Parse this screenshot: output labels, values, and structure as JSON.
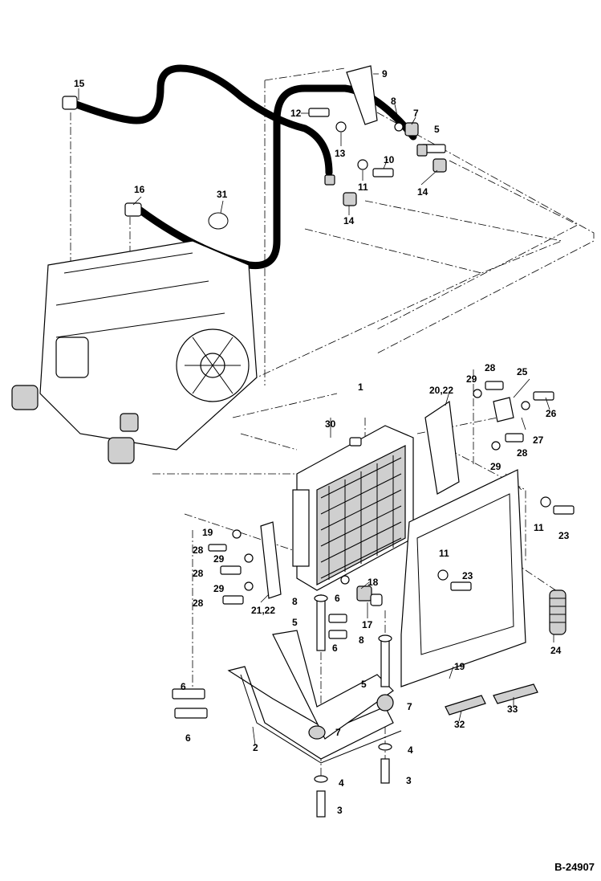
{
  "drawing_number": "B-24907",
  "colors": {
    "ink": "#000000",
    "paper": "#ffffff",
    "shade": "#cfcfcf"
  },
  "labels": {
    "l15": "15",
    "l9": "9",
    "l8a": "8",
    "l7a": "7",
    "l5a": "5",
    "l12": "12",
    "l13": "13",
    "l10": "10",
    "l11a": "11",
    "l14a": "14",
    "l14b": "14",
    "l16": "16",
    "l31": "31",
    "l1": "1",
    "l30": "30",
    "l20_22": "20,22",
    "l29a": "29",
    "l28a": "28",
    "l25": "25",
    "l26": "26",
    "l27": "27",
    "l28b": "28",
    "l29b": "29",
    "l11b": "11",
    "l23a": "23",
    "l19a": "19",
    "l28c": "28",
    "l29c": "29",
    "l28d": "28",
    "l29d": "29",
    "l28e": "28",
    "l21_22": "21,22",
    "l18": "18",
    "l17": "17",
    "l8b": "8",
    "l6a": "6",
    "l5b": "5",
    "l6b": "6",
    "l8c": "8",
    "l11c": "11",
    "l23b": "23",
    "l24": "24",
    "l5c": "5",
    "l7b": "7",
    "l19b": "19",
    "l6c": "6",
    "l6d": "6",
    "l2": "2",
    "l7c": "7",
    "l4a": "4",
    "l4b": "4",
    "l3a": "3",
    "l3b": "3",
    "l32": "32",
    "l33": "33"
  }
}
